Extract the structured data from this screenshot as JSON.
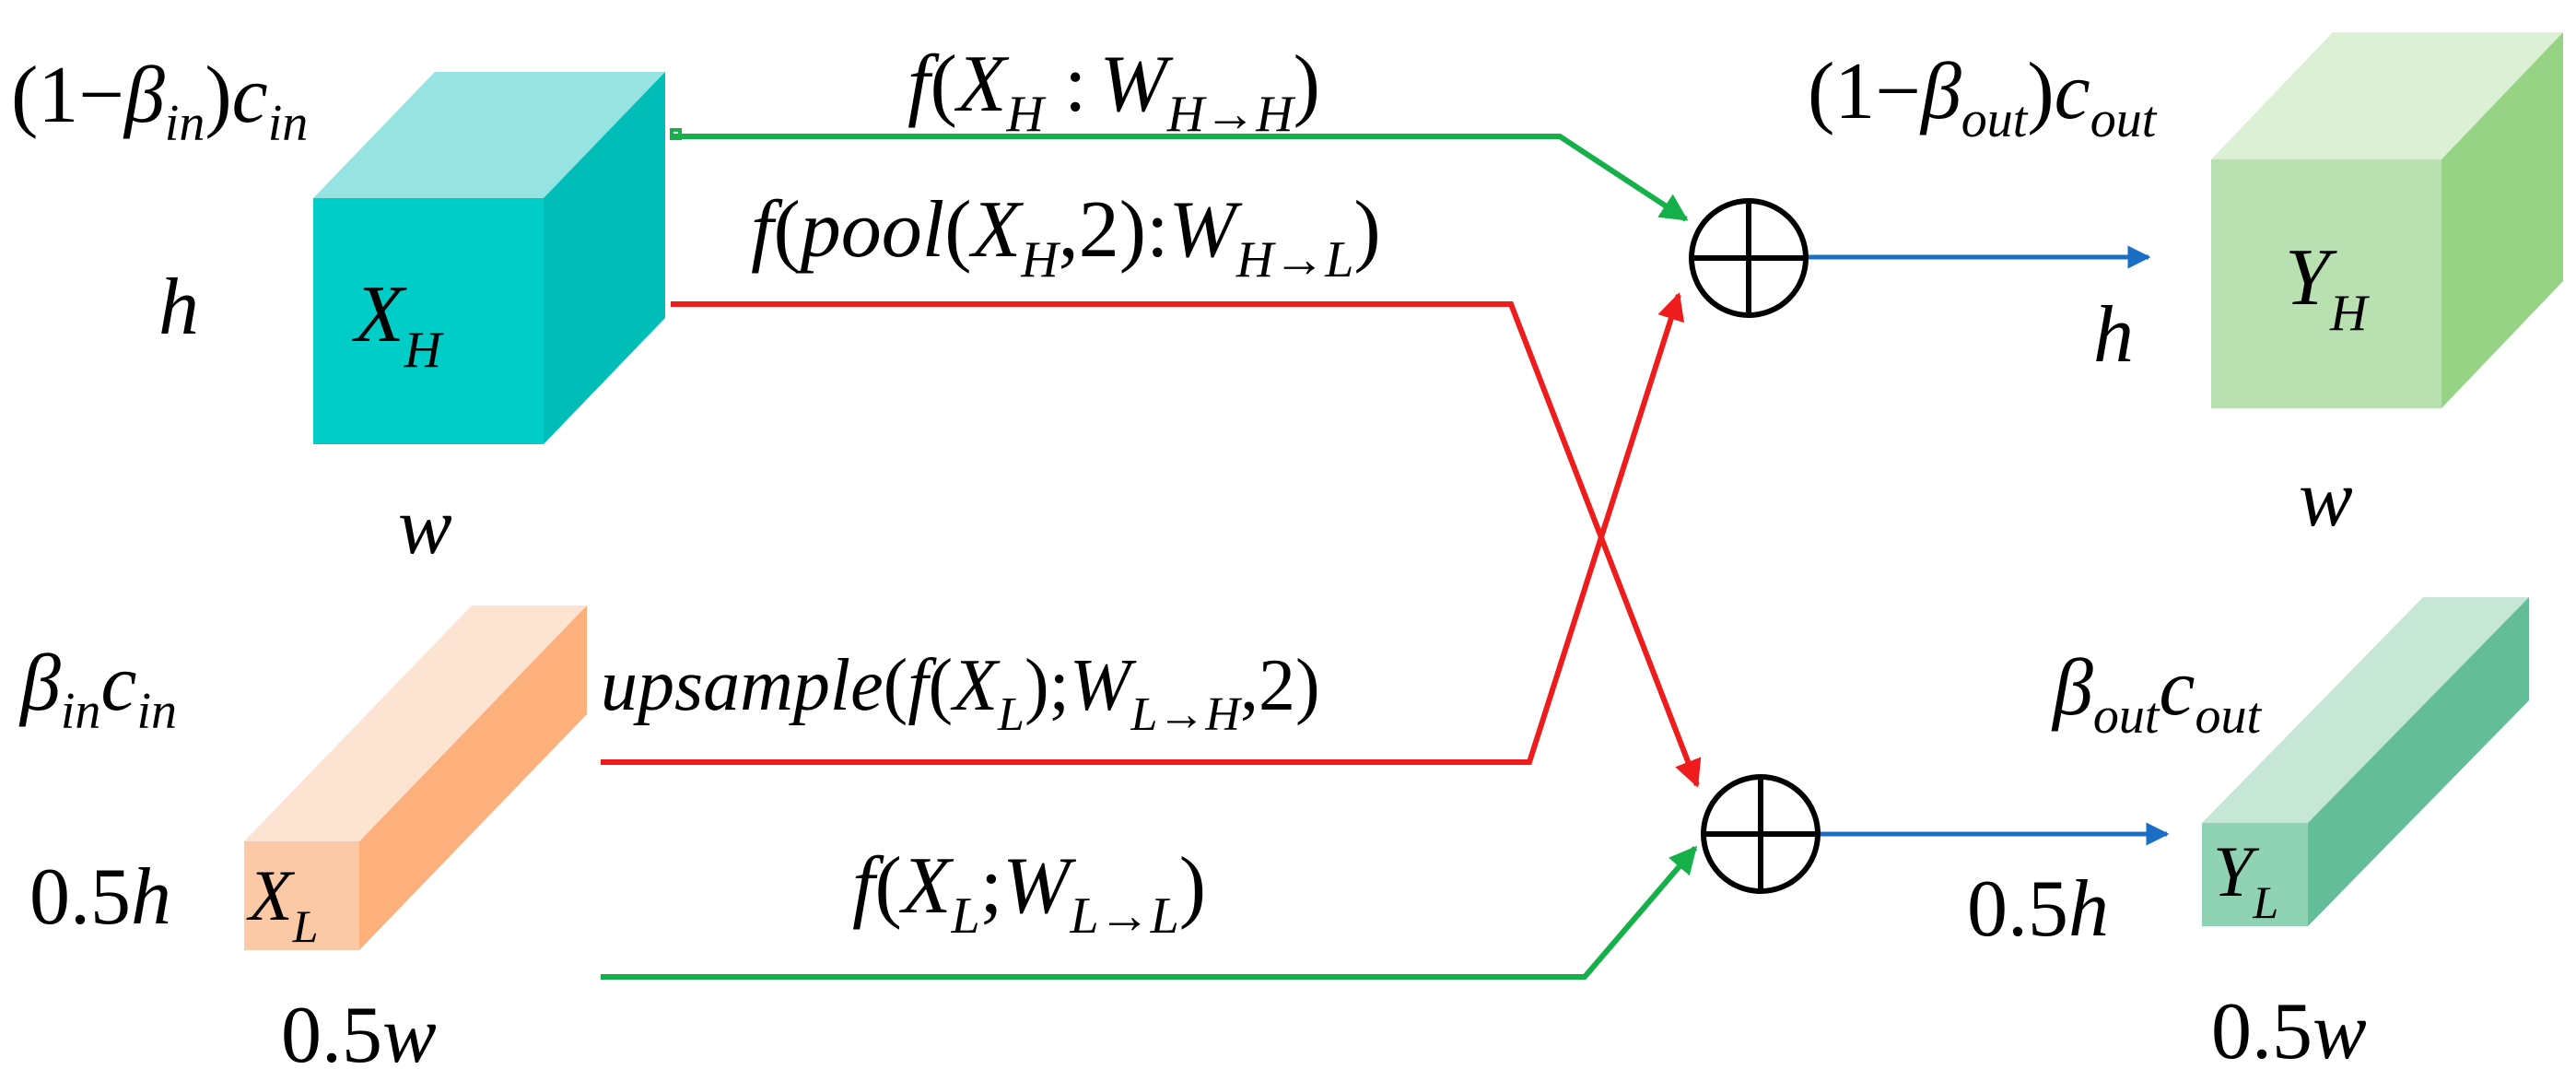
{
  "colors": {
    "high_path": "#16b04a",
    "cross_path": "#ee1c1c",
    "output_arrow": "#1a6fc4",
    "xh_front": "#00cdc7",
    "xh_top": "#96e3e1",
    "xh_side": "#00bdb8",
    "xl_front": "#fcc9a6",
    "xl_top": "#fde3d2",
    "xl_side": "#fdb07c",
    "yh_front": "#b8e0b0",
    "yh_top": "#dbf0d4",
    "yh_side": "#96d385",
    "yl_front": "#8fd3b4",
    "yl_top": "#c6e6d6",
    "yl_side": "#63bd98"
  },
  "left": {
    "high_channels": {
      "pre": "(1−",
      "beta": "β",
      "beta_sub": "in",
      "post": ")",
      "c": "c",
      "c_sub": "in"
    },
    "high_h": "h",
    "high_w": "w",
    "high_tensor": {
      "sym": "X",
      "sub": "H"
    },
    "low_channels": {
      "beta": "β",
      "beta_sub": "in",
      "c": "c",
      "c_sub": "in"
    },
    "low_h": {
      "num": "0.5",
      "var": "h"
    },
    "low_w": {
      "num": "0.5",
      "var": "w"
    },
    "low_tensor": {
      "sym": "X",
      "sub": "L"
    }
  },
  "paths": {
    "h_to_h": {
      "f": "f",
      "open": "(",
      "X": "X",
      "Xsub": "H",
      "colon": " :",
      "W": "W",
      "Wsub": "H→H",
      "close": ")"
    },
    "h_to_l": {
      "f": "f",
      "open": "(",
      "pool": "pool",
      "open2": "(",
      "X": "X",
      "Xsub": "H",
      "two": ",2)",
      "colon": ":",
      "W": "W",
      "Wsub": "H→L",
      "close": ")"
    },
    "l_to_h": {
      "upsample": "upsample",
      "open": "(",
      "f": "f",
      "open2": "(",
      "X": "X",
      "Xsub": "L",
      "close2": ");",
      "W": "W",
      "Wsub": "L→H",
      "tail": ",2)"
    },
    "l_to_l": {
      "f": "f",
      "open": "(",
      "X": "X",
      "Xsub": "L",
      "semi": ";",
      "W": "W",
      "Wsub": "L→L",
      "close": ")"
    }
  },
  "right": {
    "high_channels": {
      "pre": "(1−",
      "beta": "β",
      "beta_sub": "out",
      "post": ")",
      "c": "c",
      "c_sub": "out"
    },
    "high_h": "h",
    "high_w": "w",
    "high_tensor": {
      "sym": "Y",
      "sub": "H"
    },
    "low_channels": {
      "beta": "β",
      "beta_sub": "out",
      "c": "c",
      "c_sub": "out"
    },
    "low_h": {
      "num": "0.5",
      "var": "h"
    },
    "low_w": {
      "num": "0.5",
      "var": "w"
    },
    "low_tensor": {
      "sym": "Y",
      "sub": "L"
    }
  }
}
